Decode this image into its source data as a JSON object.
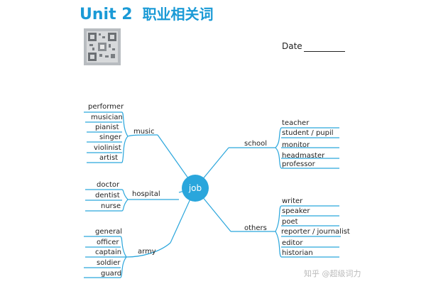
{
  "header": {
    "unit": "Unit 2",
    "title_zh": "职业相关词",
    "date_label": "Date"
  },
  "mindmap": {
    "center": "job",
    "branches": {
      "music": {
        "label": "music",
        "words": [
          "performer",
          "musician",
          "pianist",
          "singer",
          "violinist",
          "artist"
        ]
      },
      "hospital": {
        "label": "hospital",
        "words": [
          "doctor",
          "dentist",
          "nurse"
        ]
      },
      "army": {
        "label": "army",
        "words": [
          "general",
          "officer",
          "captain",
          "soldier",
          "guard"
        ]
      },
      "school": {
        "label": "school",
        "words": [
          "teacher",
          "student / pupil",
          "monitor",
          "headmaster",
          "professor"
        ]
      },
      "others": {
        "label": "others",
        "words": [
          "writer",
          "speaker",
          "poet",
          "reporter / journalist",
          "editor",
          "historian"
        ]
      }
    }
  },
  "watermark": "知乎 @超级词力",
  "colors": {
    "title": "#1a9ad6",
    "node": "#2aa6dc",
    "line": "#2aa6dc"
  }
}
